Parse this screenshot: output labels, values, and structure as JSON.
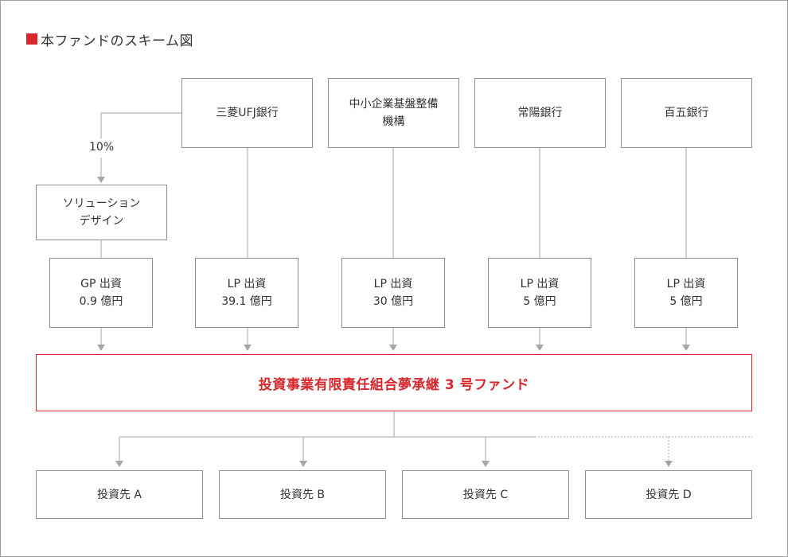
{
  "title": "本ファンドのスキーム図",
  "colors": {
    "accent": "#d7262c",
    "line": "#a6a6a6",
    "border": "#8f8f8f"
  },
  "investors": [
    {
      "name": "三菱UFJ銀行"
    },
    {
      "name_line1": "中小企業基盤整備",
      "name_line2": "機構"
    },
    {
      "name": "常陽銀行"
    },
    {
      "name": "百五銀行"
    }
  ],
  "gp_company": {
    "line1": "ソリューション",
    "line2": "デザイン",
    "ownership": "10%"
  },
  "contributions": [
    {
      "type": "GP 出資",
      "amount": "0.9 億円"
    },
    {
      "type": "LP 出資",
      "amount": "39.1 億円"
    },
    {
      "type": "LP 出資",
      "amount": "30 億円"
    },
    {
      "type": "LP 出資",
      "amount": "5 億円"
    },
    {
      "type": "LP 出資",
      "amount": "5 億円"
    }
  ],
  "fund": {
    "name": "投資事業有限責任組合夢承継 3 号ファンド"
  },
  "portfolio": [
    {
      "name": "投資先 A"
    },
    {
      "name": "投資先 B"
    },
    {
      "name": "投資先 C"
    },
    {
      "name": "投資先 D"
    }
  ]
}
